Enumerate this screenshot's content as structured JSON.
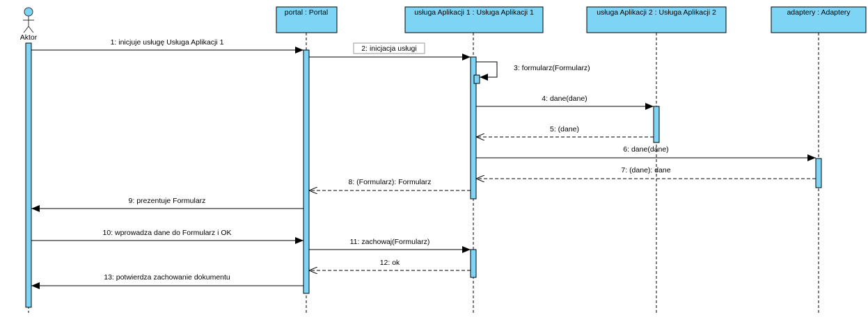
{
  "actor": {
    "label": "Aktor"
  },
  "lifelines": [
    {
      "label": "portal : Portal"
    },
    {
      "label": "usługa Aplikacji 1 : Usługa Aplikacji 1"
    },
    {
      "label": "usługa Aplikacji 2 : Usługa Aplikacji 2"
    },
    {
      "label": "adaptery : Adaptery"
    }
  ],
  "messages": [
    {
      "label": "1: inicjuje usługę Usługa Aplikacji 1",
      "kind": "sync"
    },
    {
      "label": "2: inicjacja usługi",
      "kind": "sync"
    },
    {
      "label": "3: formularz(Formularz)",
      "kind": "self"
    },
    {
      "label": "4: dane(dane)",
      "kind": "sync"
    },
    {
      "label": "5: (dane)",
      "kind": "return"
    },
    {
      "label": "6: dane(dane)",
      "kind": "sync"
    },
    {
      "label": "7: (dane): dane",
      "kind": "return"
    },
    {
      "label": "8: (Formularz): Formularz",
      "kind": "return"
    },
    {
      "label": "9: prezentuje Formularz",
      "kind": "sync"
    },
    {
      "label": "10: wprowadza dane do Formularz i OK",
      "kind": "sync"
    },
    {
      "label": "11: zachowaj(Formularz)",
      "kind": "sync"
    },
    {
      "label": "12: ok",
      "kind": "return"
    },
    {
      "label": "13: potwierdza zachowanie dokumentu",
      "kind": "sync"
    }
  ],
  "colors": {
    "box_fill": "#7dd4f5",
    "box_stroke": "#000000",
    "line": "#000000"
  }
}
